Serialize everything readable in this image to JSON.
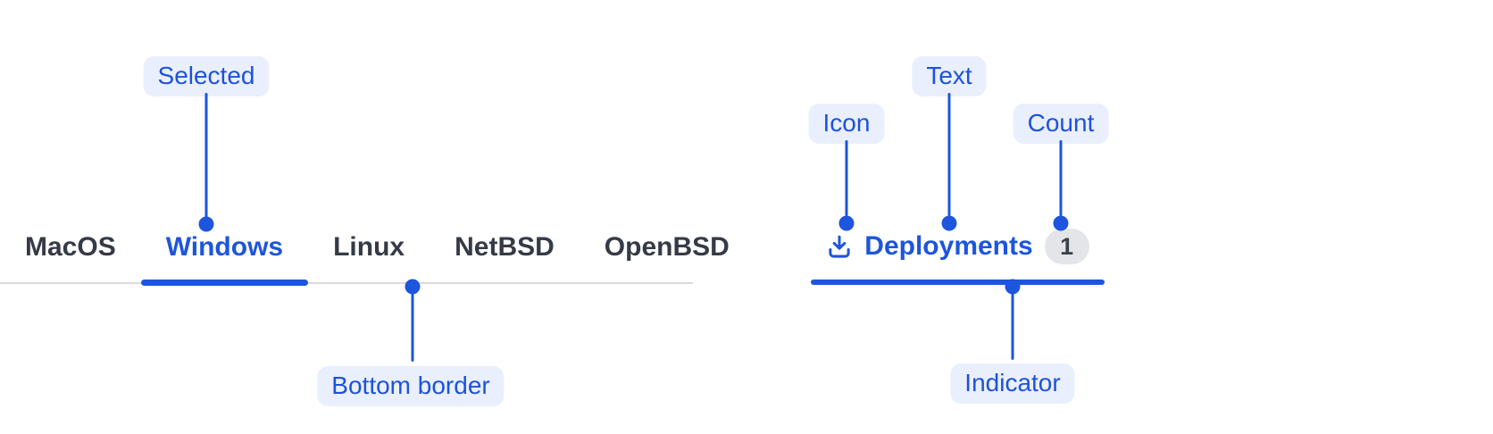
{
  "colors": {
    "accent_blue": "#1d55dc",
    "callout_bg": "#e9effc",
    "callout_text": "#1d52da",
    "tab_text": "#353b46",
    "tab_bottom_border": "#d8dade",
    "badge_bg": "#e3e5e9",
    "badge_text": "#3a404a",
    "background": "#ffffff"
  },
  "left_tabs": {
    "items": [
      {
        "label": "MacOS"
      },
      {
        "label": "Windows"
      },
      {
        "label": "Linux"
      },
      {
        "label": "NetBSD"
      },
      {
        "label": "OpenBSD"
      }
    ],
    "selected_label": "Windows"
  },
  "right_tab": {
    "icon": "download-icon",
    "label": "Deployments",
    "count": "1"
  },
  "annotations": {
    "selected": "Selected",
    "bottom_border": "Bottom border",
    "icon": "Icon",
    "text": "Text",
    "count": "Count",
    "indicator": "Indicator"
  }
}
